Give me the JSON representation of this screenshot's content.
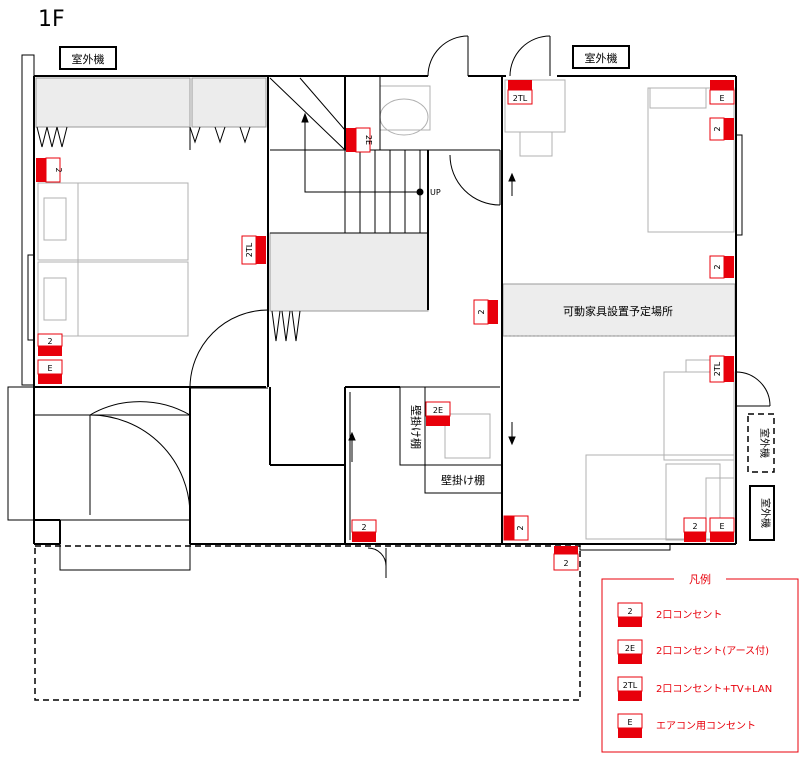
{
  "title": "1F",
  "outdoor_unit_label": "室外機",
  "up_label": "UP",
  "wall_shelf_label": "壁掛け棚",
  "furniture_area_label": "可動家具設置予定場所",
  "legend": {
    "title": "凡例",
    "items": [
      {
        "code": "2",
        "text": "2口コンセント"
      },
      {
        "code": "2E",
        "text": "2口コンセント(アース付)"
      },
      {
        "code": "2TL",
        "text": "2口コンセント+TV+LAN"
      },
      {
        "code": "E",
        "text": "エアコン用コンセント"
      }
    ]
  },
  "outlet_codes": {
    "two": "2",
    "two_e": "2E",
    "two_tl": "2TL",
    "e": "E"
  },
  "colors": {
    "outlet_red": "#e8000b",
    "wall": "#000000",
    "furniture_fill": "#ececec",
    "furniture_line": "#9a9a9a",
    "legend_border": "#e8000b"
  }
}
